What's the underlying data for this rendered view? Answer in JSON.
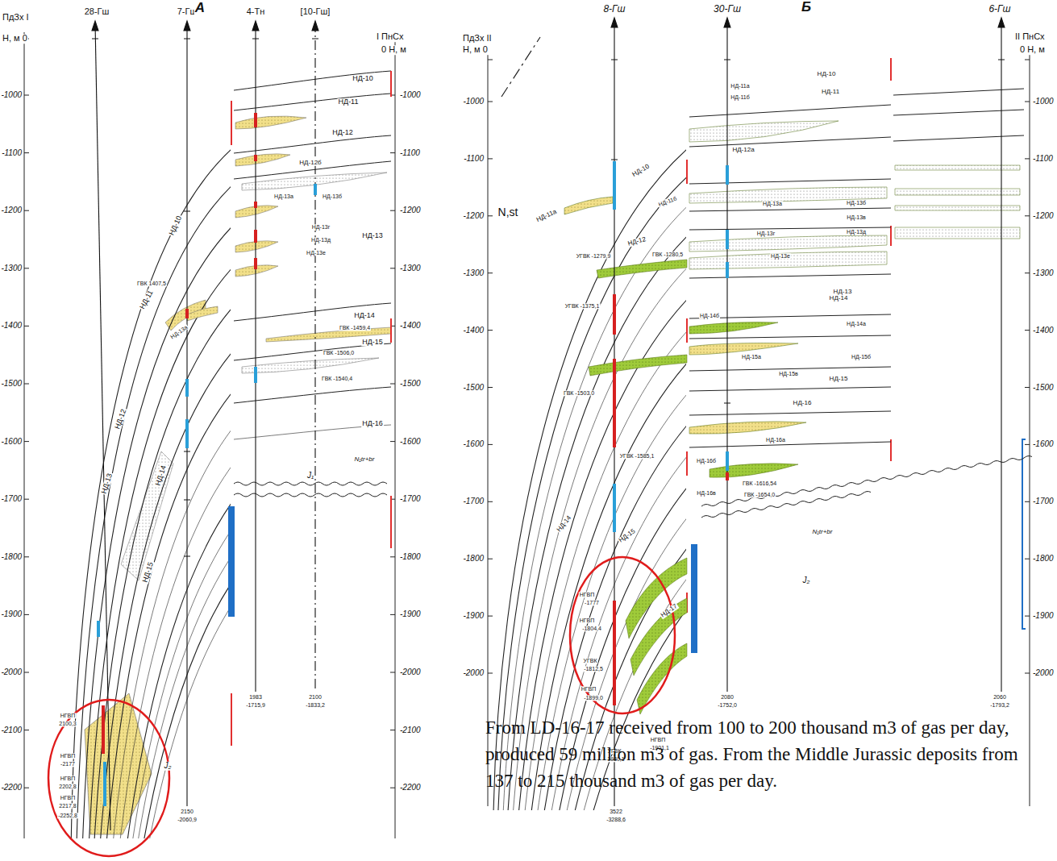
{
  "diagram": {
    "caption": "From LD-16-17 received from 100 to 200 thousand m3 of gas per day, produced 59 million m3 of gas. From the Middle Jurassic deposits from 137 to 215 thousand m3 of gas per day.",
    "labels": [
      "-1000",
      "-1100",
      "-1200",
      "-1300",
      "-1400",
      "-1500",
      "-1600",
      "-1700",
      "-1800",
      "-1900",
      "-2000",
      "-2100",
      "-2200",
      "-1000",
      "-1100",
      "-1200",
      "-1300",
      "-1400",
      "-1500",
      "-1600",
      "-1700",
      "-1800",
      "-1900",
      "-2000",
      "-2100",
      "-2200",
      "-1000",
      "-1100",
      "-1200",
      "-1300",
      "-1400",
      "-1500",
      "-1600",
      "-1700",
      "-1800",
      "-1900",
      "-2000",
      "-1000",
      "-1100",
      "-1200",
      "-1300",
      "-1400",
      "-1500",
      "-1600",
      "-1700",
      "-1800",
      "-1900",
      "-2000",
      "ПдЗх I",
      "Н, м 0",
      "28-Гш",
      "7-Гш",
      "А",
      "4-Тн",
      "[10-Гш]",
      "I ПнСх",
      "0 Н, м",
      "ПдЗх II",
      "Н, м 0",
      "8-Гш",
      "30-Гш",
      "Б",
      "6-Гш",
      "II ПнСх",
      "0 Н, м",
      "НД-10",
      "НД-11",
      "НД-12",
      "НД-12б",
      "НД-13а",
      "НД-13б",
      "НД-13г",
      "НД-13",
      "НД-13д",
      "НД-13е",
      "НД-14",
      "ГВК -1459,4",
      "НД-15",
      "ГВК -1506,0",
      "ГВК -1540,4",
      "НД-16",
      "НД-10",
      "НД-11",
      "НД-12",
      "НД-13",
      "НД-14",
      "НД-15",
      "НД-13а",
      "ГВК 1407,5",
      "J₁",
      "N₁tr+br",
      "J₂",
      "НГВП",
      "2100,3",
      "НГВП",
      "-2177",
      "НГВП",
      "2202,8",
      "НГВП",
      "2217,8",
      "-2252,8",
      "2150",
      "-2060,9",
      "1983",
      "-1715,9",
      "2100",
      "-1833,2",
      "N,st",
      "НД-10",
      "НД-11а",
      "НД-11",
      "НД-11б",
      "НД-12а",
      "НД-10",
      "НД-11б",
      "НД-11а",
      "УГВК -1279,9",
      "НД-12",
      "ГВК -1280,5",
      "НД-13а",
      "НД-13б",
      "НД-13в",
      "НД-13г",
      "НД-13д",
      "НД-13е",
      "НД-13",
      "УГВК -1375,1",
      "НД-14а",
      "НД-14б",
      "НД-14",
      "НД-15а",
      "НД-15б",
      "НД-15в",
      "НД-15",
      "ГВК -1503,0",
      "НД-16",
      "НД-16а",
      "УГВК -1585,1",
      "ГВК -1616,54",
      "НД-16б",
      "НД-16в",
      "ГВК -1654,0",
      "N₁tr+br",
      "J₂",
      "НД-14",
      "НД-15",
      "НД-17",
      "НГВП",
      "-1777",
      "НГВП",
      "-1804,4",
      "УГВК",
      "-1812,5",
      "НГВП",
      "-1899,0",
      "УГВК",
      "1930,1",
      "НГВП",
      "-1901,1",
      "3522",
      "-3288,6",
      "2080",
      "-1752,0",
      "2060",
      "-1793,2"
    ]
  }
}
